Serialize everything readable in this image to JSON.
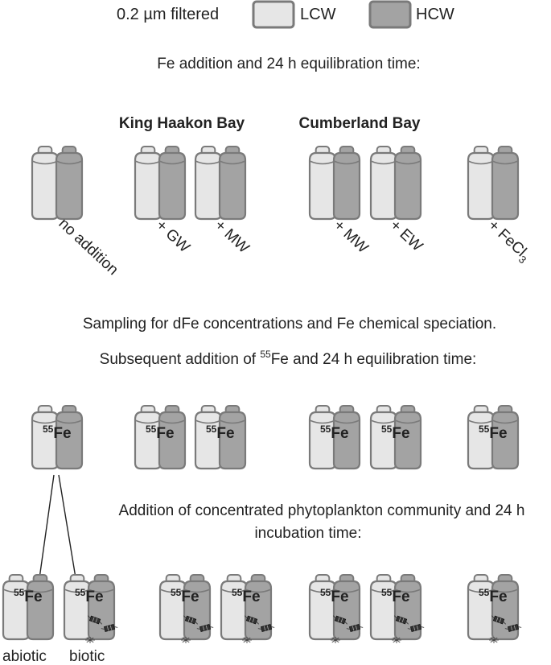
{
  "legend": {
    "filtered": "0.2 µm filtered",
    "lcw": "LCW",
    "hcw": "HCW"
  },
  "colors": {
    "lcw": "#e6e6e6",
    "hcw": "#a3a3a3",
    "outline": "#7a7a7a",
    "text": "#222222"
  },
  "steps": {
    "step1": "Fe addition and 24 h equilibration time:",
    "step2": "Sampling for dFe concentrations and Fe chemical speciation.",
    "step3_before": "Subsequent addition of ",
    "step3_sup": "55",
    "step3_after": "Fe and 24 h equilibration time:",
    "step4_line1": "Addition of concentrated phytoplankton community and 24 h",
    "step4_line2": "incubation time:"
  },
  "sites": {
    "king_haakon": "King Haakon Bay",
    "cumberland": "Cumberland Bay"
  },
  "treatments": [
    {
      "label": "no addition"
    },
    {
      "label": "+ GW"
    },
    {
      "label": "+ MW"
    },
    {
      "label": "+ MW"
    },
    {
      "label": "+ EW"
    },
    {
      "label": "+ FeCl",
      "sub": "3"
    }
  ],
  "fe_label": {
    "sup": "55",
    "text": "Fe"
  },
  "bottom_labels": {
    "abiotic": "abiotic",
    "biotic": "biotic"
  }
}
